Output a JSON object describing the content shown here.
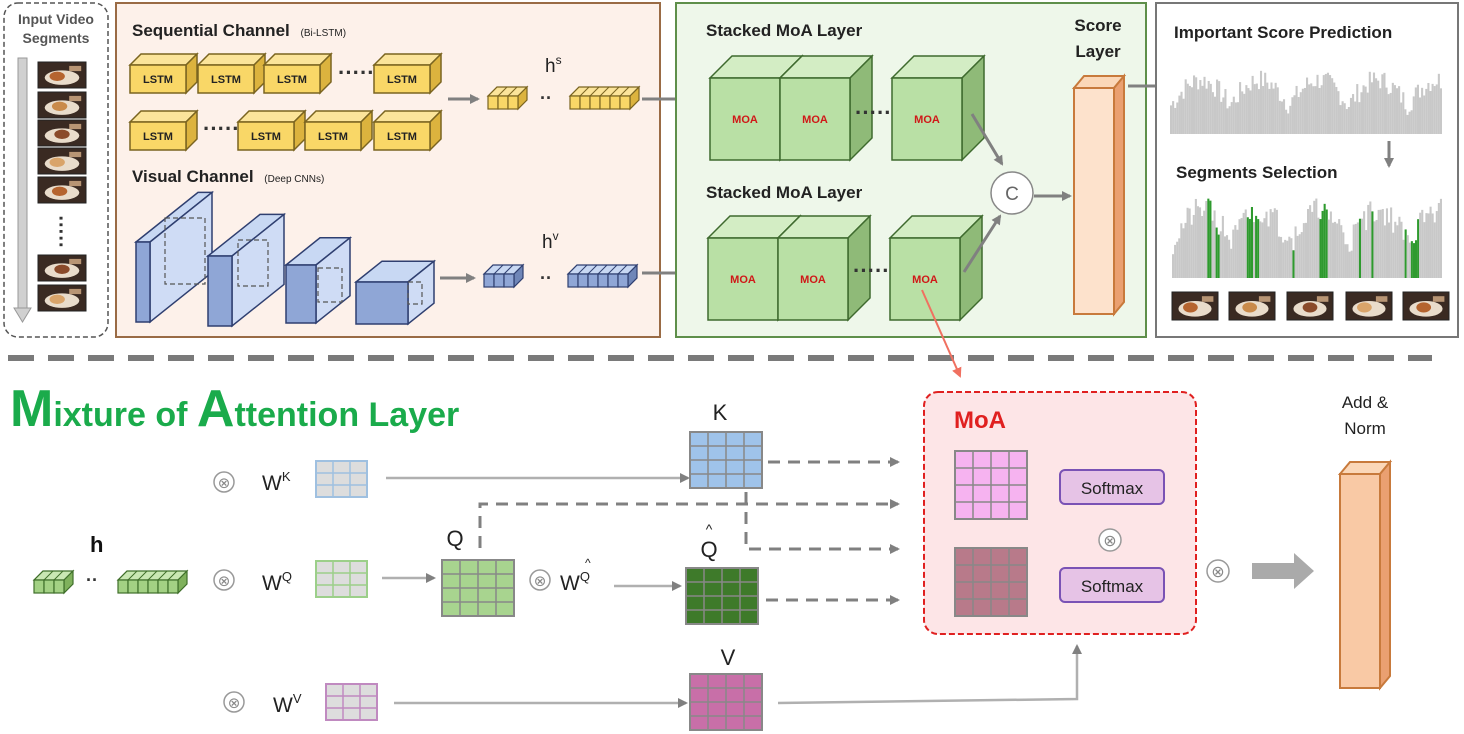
{
  "input": {
    "line1": "Input Video",
    "line2": "Segments"
  },
  "sequential": {
    "title": "Sequential Channel",
    "subtitle": "(Bi-LSTM)",
    "cell_label": "LSTM",
    "hidden_label": "h",
    "hidden_sup": "s"
  },
  "visual": {
    "title": "Visual Channel",
    "subtitle": "(Deep CNNs)",
    "hidden_label": "h",
    "hidden_sup": "v"
  },
  "moa_stack": {
    "title_top": "Stacked MoA Layer",
    "title_bottom": "Stacked MoA Layer",
    "cell_label": "MOA",
    "concat": "C"
  },
  "score_layer": {
    "line1": "Score",
    "line2": "Layer"
  },
  "prediction": {
    "title": "Important Score Prediction",
    "selection": "Segments Selection"
  },
  "mixture": {
    "title_m": "M",
    "title_1": "ixture of ",
    "title_a": "A",
    "title_2": "ttention Layer"
  },
  "attention": {
    "h": "h",
    "wk": "W",
    "wk_sup": "K",
    "wq": "W",
    "wq_sup": "Q",
    "wqhat": "W",
    "wqhat_sup": "Q",
    "wv": "W",
    "wv_sup": "V",
    "k": "K",
    "q": "Q",
    "qhat": "Q",
    "v": "V",
    "otimes": "⊗"
  },
  "moa_box": {
    "title": "MoA",
    "softmax1": "Softmax",
    "softmax2": "Softmax",
    "otimes": "⊗"
  },
  "add_norm": {
    "line1": "Add &",
    "line2": "Norm"
  },
  "colors": {
    "green_title": "#1aab4b",
    "moa_red": "#e02020",
    "lstm_yellow": "#f7d35c",
    "cnn_blue": "#9fb7e3",
    "moa_green": "#b9e0a5"
  }
}
